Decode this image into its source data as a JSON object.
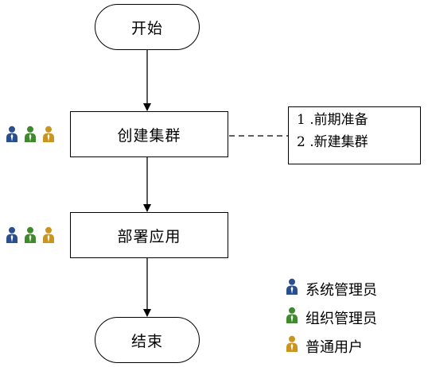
{
  "colors": {
    "system_admin": "#2a4f8f",
    "org_admin": "#3f8a2c",
    "normal_user": "#c9951e",
    "line": "#000000"
  },
  "flow": {
    "start": "开始",
    "create_cluster": "创建集群",
    "deploy_app": "部署应用",
    "end": "结束"
  },
  "note": {
    "lines": [
      "1 .前期准备",
      "2 .新建集群"
    ]
  },
  "role_icons": {
    "create_cluster": [
      "system_admin",
      "org_admin",
      "normal_user"
    ],
    "deploy_app": [
      "system_admin",
      "org_admin",
      "normal_user"
    ]
  },
  "legend": [
    {
      "role": "system_admin",
      "label": "系统管理员",
      "icon": "user-icon"
    },
    {
      "role": "org_admin",
      "label": "组织管理员",
      "icon": "user-icon"
    },
    {
      "role": "normal_user",
      "label": "普通用户",
      "icon": "user-icon"
    }
  ]
}
